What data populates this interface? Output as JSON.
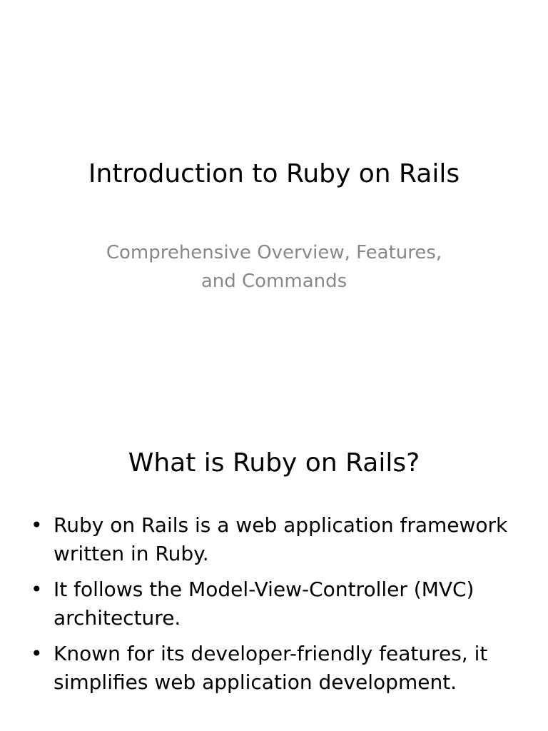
{
  "slides": [
    {
      "title": "Introduction to Ruby on Rails",
      "subtitle_line1": "Comprehensive Overview, Features,",
      "subtitle_line2": "and Commands"
    },
    {
      "title": "What is Ruby on Rails?",
      "bullet_glyph": "•",
      "bullets": [
        "Ruby on Rails is a web application framework written in Ruby.",
        "It follows the Model-View-Controller (MVC) architecture.",
        "Known for its developer-friendly features, it simplifies web application development."
      ]
    }
  ],
  "colors": {
    "title": "#000000",
    "subtitle": "#888888",
    "background": "#ffffff"
  }
}
